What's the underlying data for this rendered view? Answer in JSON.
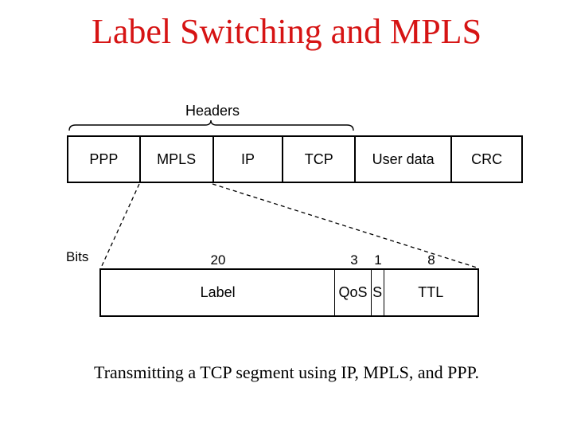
{
  "slide": {
    "title": "Label Switching and MPLS",
    "caption": "Transmitting a TCP segment using IP, MPLS, and PPP."
  },
  "diagram": {
    "brace_label": "Headers",
    "bits_axis_label": "Bits",
    "packet_fields": [
      "PPP",
      "MPLS",
      "IP",
      "TCP",
      "User data",
      "CRC"
    ],
    "mpls_fields": [
      {
        "label": "Label",
        "bits": "20"
      },
      {
        "label": "QoS",
        "bits": "3"
      },
      {
        "label": "S",
        "bits": "1"
      },
      {
        "label": "TTL",
        "bits": "8"
      }
    ]
  },
  "colors": {
    "title_red": "#d61414",
    "line_black": "#000000",
    "background": "#ffffff"
  }
}
